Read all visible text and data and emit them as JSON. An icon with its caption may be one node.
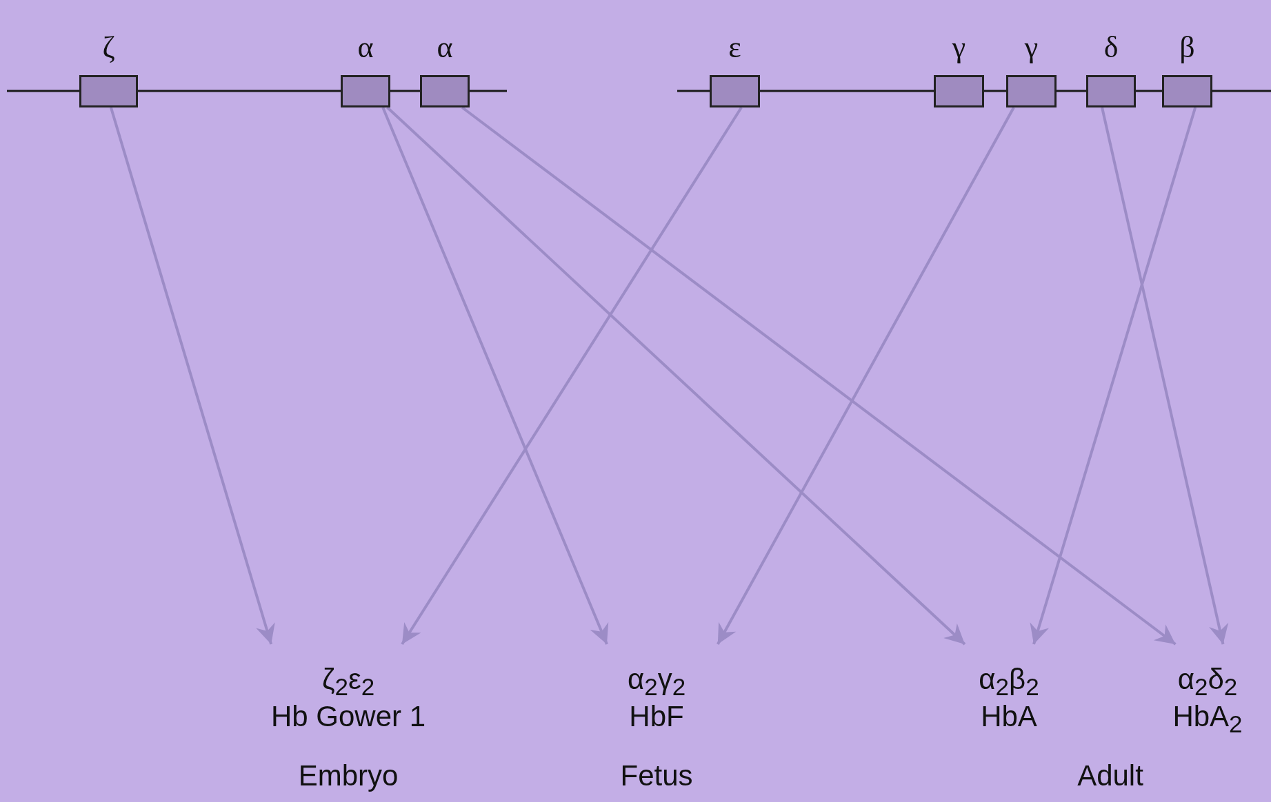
{
  "diagram": {
    "nodes": [
      {
        "text": [
          "ζ"
        ]
      },
      {
        "text": [
          "α"
        ]
      },
      {
        "text": [
          "α"
        ]
      },
      {
        "text": [
          "ε"
        ]
      },
      {
        "text": [
          "γ"
        ]
      },
      {
        "text": [
          "γ"
        ]
      },
      {
        "text": [
          "δ"
        ]
      },
      {
        "text": [
          "β"
        ]
      },
      {
        "text": [
          "ζ$_{2}$ε$_{2}$",
          "Hb Gower 1"
        ]
      },
      {
        "text": [
          "α$_{2}$γ$_{2}$",
          "HbF"
        ]
      },
      {
        "text": [
          "α$_{2}$β$_{2}$",
          "HbA"
        ]
      },
      {
        "text": [
          "α$_{2}$δ$_{2}$",
          "HbA$_{2}$"
        ]
      }
    ],
    "edges": [
      {
        "from": 0,
        "to": 8,
        "arrow": "to"
      },
      {
        "from": 1,
        "to": 9,
        "arrow": "to"
      },
      {
        "from": 1,
        "to": 10,
        "arrow": "to"
      },
      {
        "from": 2,
        "to": 11,
        "arrow": "to"
      },
      {
        "from": 3,
        "to": 8,
        "arrow": "to"
      },
      {
        "from": 5,
        "to": 9,
        "arrow": "to"
      },
      {
        "from": 6,
        "to": 11,
        "arrow": "to"
      },
      {
        "from": 7,
        "to": 10,
        "arrow": "to"
      }
    ],
    "labels": [
      "Embryo",
      "Fetus",
      "Adult"
    ]
  }
}
